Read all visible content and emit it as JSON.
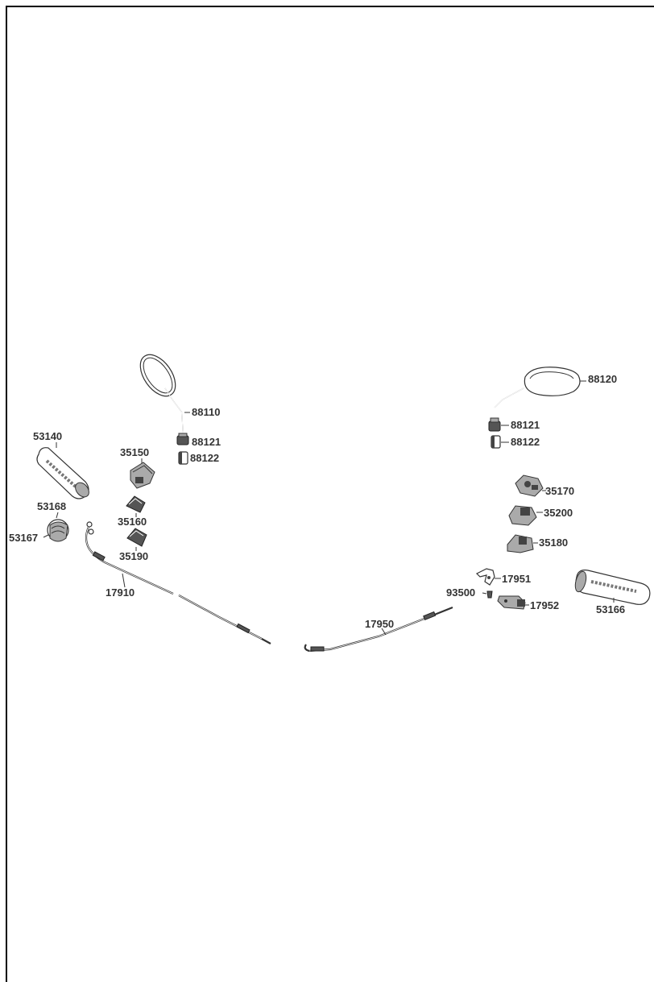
{
  "parts": [
    {
      "ref": "88110",
      "name": "left-mirror"
    },
    {
      "ref": "88121",
      "name": "left-mirror-nut"
    },
    {
      "ref": "88122",
      "name": "left-mirror-adapter"
    },
    {
      "ref": "53140",
      "name": "left-grip"
    },
    {
      "ref": "35150",
      "name": "left-switch-housing"
    },
    {
      "ref": "35160",
      "name": "left-switch"
    },
    {
      "ref": "35190",
      "name": "left-switch-lower"
    },
    {
      "ref": "53168",
      "name": "throttle-cover"
    },
    {
      "ref": "53167",
      "name": "throttle-sleeve"
    },
    {
      "ref": "17910",
      "name": "throttle-cable"
    },
    {
      "ref": "88120",
      "name": "right-mirror"
    },
    {
      "ref": "88121",
      "name": "right-mirror-nut"
    },
    {
      "ref": "88122",
      "name": "right-mirror-adapter"
    },
    {
      "ref": "35170",
      "name": "right-switch-housing"
    },
    {
      "ref": "35200",
      "name": "right-switch"
    },
    {
      "ref": "35180",
      "name": "right-switch-lower"
    },
    {
      "ref": "17951",
      "name": "lever-bracket"
    },
    {
      "ref": "93500",
      "name": "screw"
    },
    {
      "ref": "17952",
      "name": "lever-holder"
    },
    {
      "ref": "53166",
      "name": "right-grip"
    },
    {
      "ref": "17950",
      "name": "brake-cable"
    }
  ]
}
